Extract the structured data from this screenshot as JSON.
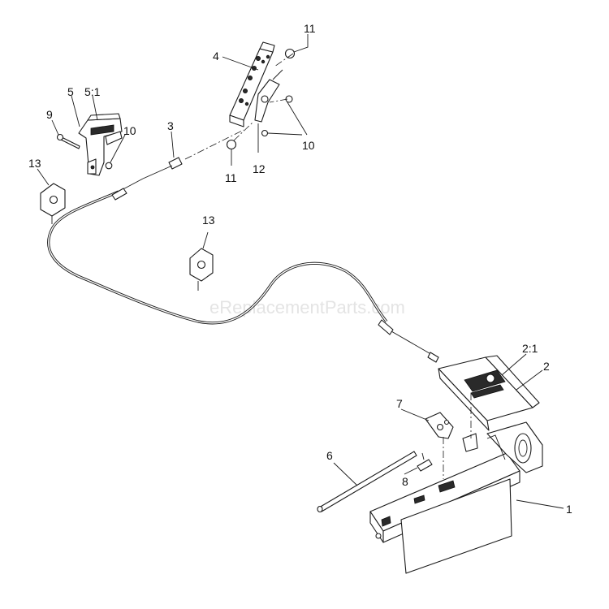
{
  "watermark": "eReplacementParts.com",
  "callouts": [
    {
      "id": "c-11a",
      "text": "11"
    },
    {
      "id": "c-4",
      "text": "4"
    },
    {
      "id": "c-5",
      "text": "5"
    },
    {
      "id": "c-5-1",
      "text": "5:1"
    },
    {
      "id": "c-9",
      "text": "9"
    },
    {
      "id": "c-10a",
      "text": "10"
    },
    {
      "id": "c-3",
      "text": "3"
    },
    {
      "id": "c-10b",
      "text": "10"
    },
    {
      "id": "c-12",
      "text": "12"
    },
    {
      "id": "c-11b",
      "text": "11"
    },
    {
      "id": "c-13a",
      "text": "13"
    },
    {
      "id": "c-13b",
      "text": "13"
    },
    {
      "id": "c-2-1",
      "text": "2:1"
    },
    {
      "id": "c-2",
      "text": "2"
    },
    {
      "id": "c-7",
      "text": "7"
    },
    {
      "id": "c-6",
      "text": "6"
    },
    {
      "id": "c-8",
      "text": "8"
    },
    {
      "id": "c-1",
      "text": "1"
    }
  ]
}
